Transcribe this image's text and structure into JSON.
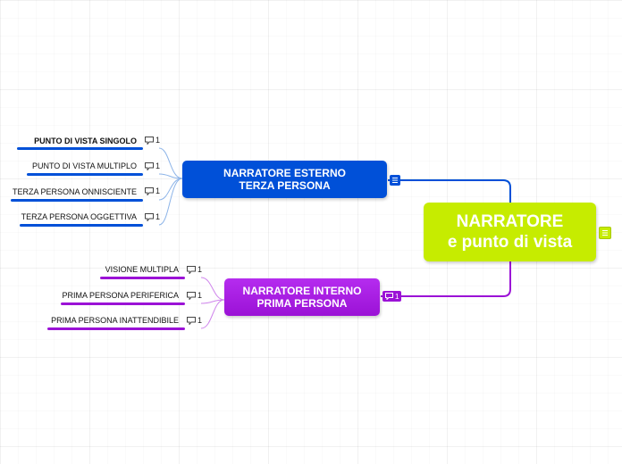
{
  "colors": {
    "central": "#c6ec00",
    "blue": "#0050d8",
    "purple": "#9b12d6",
    "purple_light": "#b52cef",
    "blue_branch": "#8db4e8",
    "purple_branch": "#cf84ec"
  },
  "central": {
    "line1": "NARRATORE",
    "line2": "e punto di vista",
    "badge_icon": "list-icon"
  },
  "branches": {
    "external": {
      "line1": "NARRATORE ESTERNO",
      "line2": "TERZA PERSONA",
      "badge_icon": "list-icon",
      "leaves": [
        {
          "label": "PUNTO DI VISTA SINGOLO",
          "comments": "1"
        },
        {
          "label": "PUNTO DI VISTA MULTIPLO",
          "comments": "1"
        },
        {
          "label": "TERZA PERSONA ONNISCIENTE",
          "comments": "1"
        },
        {
          "label": "TERZA PERSONA OGGETTIVA",
          "comments": "1"
        }
      ]
    },
    "internal": {
      "line1": "NARRATORE INTERNO",
      "line2": "PRIMA PERSONA",
      "badge_icon": "comment-icon",
      "badge_count": "1",
      "leaves": [
        {
          "label": "VISIONE MULTIPLA",
          "comments": "1"
        },
        {
          "label": "PRIMA PERSONA PERIFERICA",
          "comments": "1"
        },
        {
          "label": "PRIMA PERSONA INATTENDIBILE",
          "comments": "1"
        }
      ]
    }
  }
}
